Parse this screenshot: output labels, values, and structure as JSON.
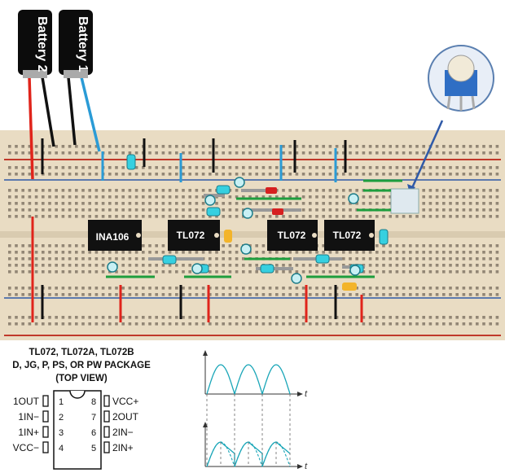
{
  "batteries": [
    {
      "label": "Battery 2"
    },
    {
      "label": "Battery 1"
    }
  ],
  "chips": [
    "INA106",
    "TL072",
    "TL072",
    "TL072"
  ],
  "pinout": {
    "title_lines": [
      "TL072, TL072A, TL072B",
      "D, JG, P, PS, OR PW PACKAGE",
      "(TOP VIEW)"
    ],
    "left_pins": [
      {
        "name": "1OUT",
        "num": "1"
      },
      {
        "name": "1IN−",
        "num": "2"
      },
      {
        "name": "1IN+",
        "num": "3"
      },
      {
        "name": "VCC−",
        "num": "4"
      }
    ],
    "right_pins": [
      {
        "name": "VCC+",
        "num": "8"
      },
      {
        "name": "2OUT",
        "num": "7"
      },
      {
        "name": "2IN−",
        "num": "6"
      },
      {
        "name": "2IN+",
        "num": "5"
      }
    ]
  },
  "waves": {
    "axis_label": "t"
  },
  "colors": {
    "board": "#e9dcc3",
    "red_rail": "#c0392b",
    "blue_rail": "#2f5aa8",
    "wire_red": "#e0241b",
    "wire_blue": "#2a9bd6",
    "wire_black": "#111111",
    "wire_green": "#1e9e3e",
    "resistor": "#36d0e0",
    "capacitor": "#f3b42a",
    "wave": "#1aa6b8"
  }
}
